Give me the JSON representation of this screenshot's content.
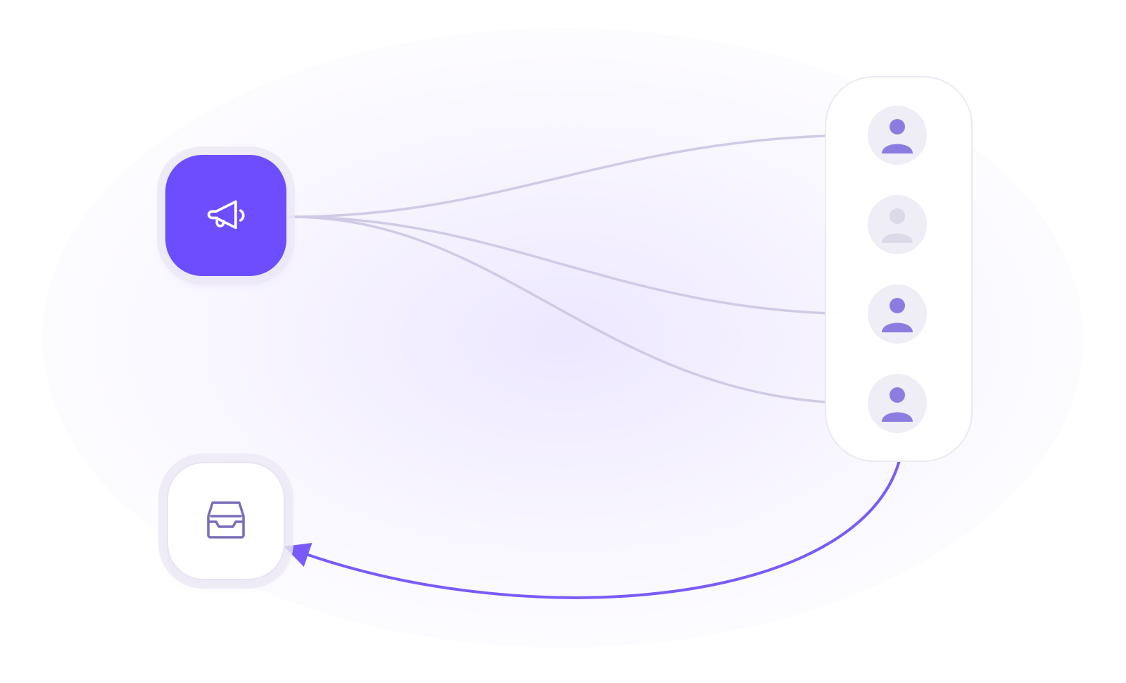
{
  "diagram": {
    "nodes": {
      "campaign": {
        "icon": "megaphone-icon",
        "fill": "#6e4dff",
        "icon_color": "#ffffff"
      },
      "inbox": {
        "icon": "inbox-tray-icon",
        "fill": "#ffffff",
        "icon_color": "#7a6cb8"
      },
      "audience": {
        "avatars": [
          {
            "icon": "user-icon",
            "state": "active",
            "color": "#8b7de0"
          },
          {
            "icon": "user-icon",
            "state": "inactive",
            "color": "#dcd9e8"
          },
          {
            "icon": "user-icon",
            "state": "active",
            "color": "#8b7de0"
          },
          {
            "icon": "user-icon",
            "state": "active",
            "color": "#8b7de0"
          }
        ]
      }
    },
    "edges": [
      {
        "from": "campaign",
        "to": "audience-avatar-1",
        "style": "muted"
      },
      {
        "from": "campaign",
        "to": "audience-avatar-3",
        "style": "muted"
      },
      {
        "from": "campaign",
        "to": "audience-avatar-4",
        "style": "muted"
      },
      {
        "from": "audience",
        "to": "inbox",
        "style": "highlight",
        "arrow": true
      }
    ],
    "colors": {
      "accent": "#6e4dff",
      "muted_connector": "#d1cae6",
      "highlight_connector": "#7a5af8",
      "avatar_bg": "#efedf6"
    }
  }
}
